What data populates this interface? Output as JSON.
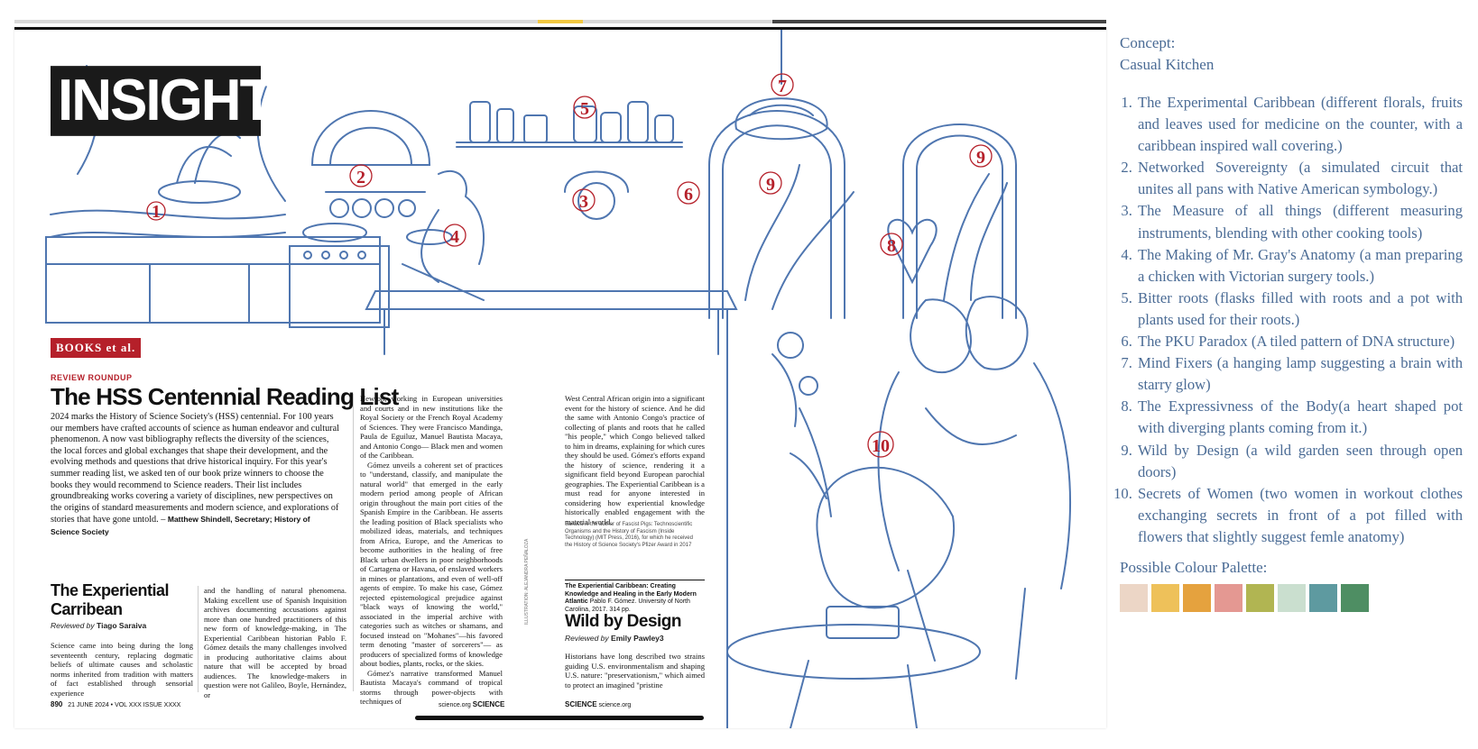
{
  "magazine": {
    "header_title": "INSIGHTS",
    "section_badge": "BOOKS et al.",
    "kicker": "REVIEW ROUNDUP",
    "headline": "The HSS Centennial Reading List",
    "intro": "2024 marks the History of Science Society's (HSS) centennial. For 100 years our members have crafted accounts of science as human endeavor and cultural phenomenon. A now vast bibliography reflects the diversity of the sciences, the local forces and global exchanges that shape their development, and the evolving methods and questions that drive historical inquiry. For this year's summer reading list, we asked ten of our book prize winners to choose the books they would recommend to Science readers. Their list includes groundbreaking works covering a variety of disciplines, new perspectives on the origins of standard measurements and modern science, and explorations of stories that have gone untold. –",
    "intro_signature": "Matthew Shindell, Secretary; History of Science Society",
    "review1_title": "The Experiential Carribean",
    "review1_by_prefix": "Reviewed by",
    "review1_reviewer": "Tiago Saraiva",
    "col1": "Science came into being during the long seventeenth century, replacing dogmatic beliefs of ultimate causes and scholastic norms inherited from tradition with matters of fact established through sensorial experience",
    "col2": "and the handling of natural phenomena. Making excellent use of Spanish Inquisition archives documenting accusations against more than one hundred practitioners of this new form of knowledge-making, in The Experiential Caribbean historian Pablo F. Gómez details the many challenges involved in producing authoritative claims about nature that will be accepted by broad audiences. The knowledge-makers in question were not Galileo, Boyle, Hernández, or",
    "col3a": "Newton, working in European universities and courts and in new institutions like the Royal Society or the French Royal Academy of Sciences. They were Francisco Mandinga, Paula de Eguiluz, Manuel Bautista Macaya, and Antonio Congo— Black men and women of the Caribbean.",
    "col3b": "Gómez unveils a coherent set of practices to \"understand, classify, and manipulate the natural world\" that emerged in the early modern period among people of African origin throughout the main port cities of the Spanish Empire in the Caribbean. He asserts the leading position of Black specialists who mobilized ideas, materials, and techniques from Africa, Europe, and the Americas to become authorities in the healing of free Black urban dwellers in poor neighborhoods of Cartagena or Havana, of enslaved workers in mines or plantations, and even of well-off agents of empire. To make his case, Gómez rejected epistemological prejudice against \"black ways of knowing the world,\" associated in the imperial archive with categories such as witches or shamans, and focused instead on \"Mohanes\"—his favored term denoting \"master of sorcerers\"— as producers of specialized forms of knowledge about bodies, plants, rocks, or the skies.",
    "col3c": "Gómez's narrative transformed Manuel Bautista Macaya's command of tropical storms through power-objects with techniques of",
    "col4": "West Central African origin into a significant event for the history of science. And he did the same with Antonio Congo's practice of collecting of plants and roots that he called \"his people,\" which Congo believed talked to him in dreams, explaining for which cures they should be used. Gómez's efforts expand the history of science, rendering it a significant field beyond European parochial geographies. The Experiential Caribbean is a must read for anyone interested in considering how experiential knowledge historically enabled engagement with the material world.",
    "bio": "Saraiva is the author of Fascist Pigs: Technoscientific Organisms and the History of Fascism (Inside Technology) (MIT Press, 2016), for which he received the History of Science Society's Pfizer Award in 2017",
    "book_title": "The Experiential Caribbean: Creating Knowledge and Healing in the Early Modern Atlantic",
    "book_details": "Pablo F. Gómez. University of North Carolina, 2017. 314 pp.",
    "review2_title": "Wild by Design",
    "review2_by_prefix": "Reviewed by",
    "review2_reviewer": "Emily Pawley3",
    "col5": "Historians have long described two strains guiding U.S. environmentalism and shaping U.S. nature: \"preservationism,\" which aimed to protect an imagined \"pristine",
    "illustration_credit": "ILLUSTRATION: ALEJANDRA PEÑALOZA",
    "footer_page": "890",
    "footer_date": "21 JUNE 2024 • VOL XXX ISSUE XXXX",
    "footer_site_left": "science.org",
    "footer_brand_left": "SCIENCE",
    "footer_brand_right": "SCIENCE",
    "footer_site_right": "science.org"
  },
  "markers": [
    "1",
    "2",
    "3",
    "4",
    "5",
    "6",
    "7",
    "8",
    "9",
    "9",
    "10"
  ],
  "notes": {
    "concept_label": "Concept:",
    "concept_value": "Casual Kitchen",
    "items": [
      "The Experimental Caribbean (different florals, fruits and leaves used for medicine on the counter, with a caribbean inspired wall covering.)",
      "Networked Sovereignty  (a simulated circuit that unites all pans with Native American symbology.)",
      "The Measure of all things (different measuring instruments, blending with other cooking tools)",
      "The Making of Mr. Gray's Anatomy (a man preparing a chicken with Victorian surgery tools.)",
      "Bitter roots (flasks filled with roots and a pot with plants used for their roots.)",
      "The PKU Paradox  (A tiled pattern of DNA structure)",
      "Mind Fixers (a hanging lamp suggesting a brain with starry glow)",
      "The Expressivness of the Body(a heart shaped pot with diverging plants coming from it.)",
      "Wild by Design (a wild garden seen through open doors)",
      "Secrets of Women  (two women in workout clothes exchanging secrets in front of a pot filled with flowers that slightly suggest femle anatomy)"
    ],
    "palette_label": "Possible Colour Palette:",
    "palette": [
      "#ecd6c6",
      "#eec15a",
      "#e5a23e",
      "#e49892",
      "#b1b552",
      "#cadfcf",
      "#5e9aa0",
      "#4e8e63"
    ]
  },
  "colors": {
    "sketch": "#4f76b0",
    "accent_red": "#b5202a",
    "notes_text": "#4a6b95"
  }
}
